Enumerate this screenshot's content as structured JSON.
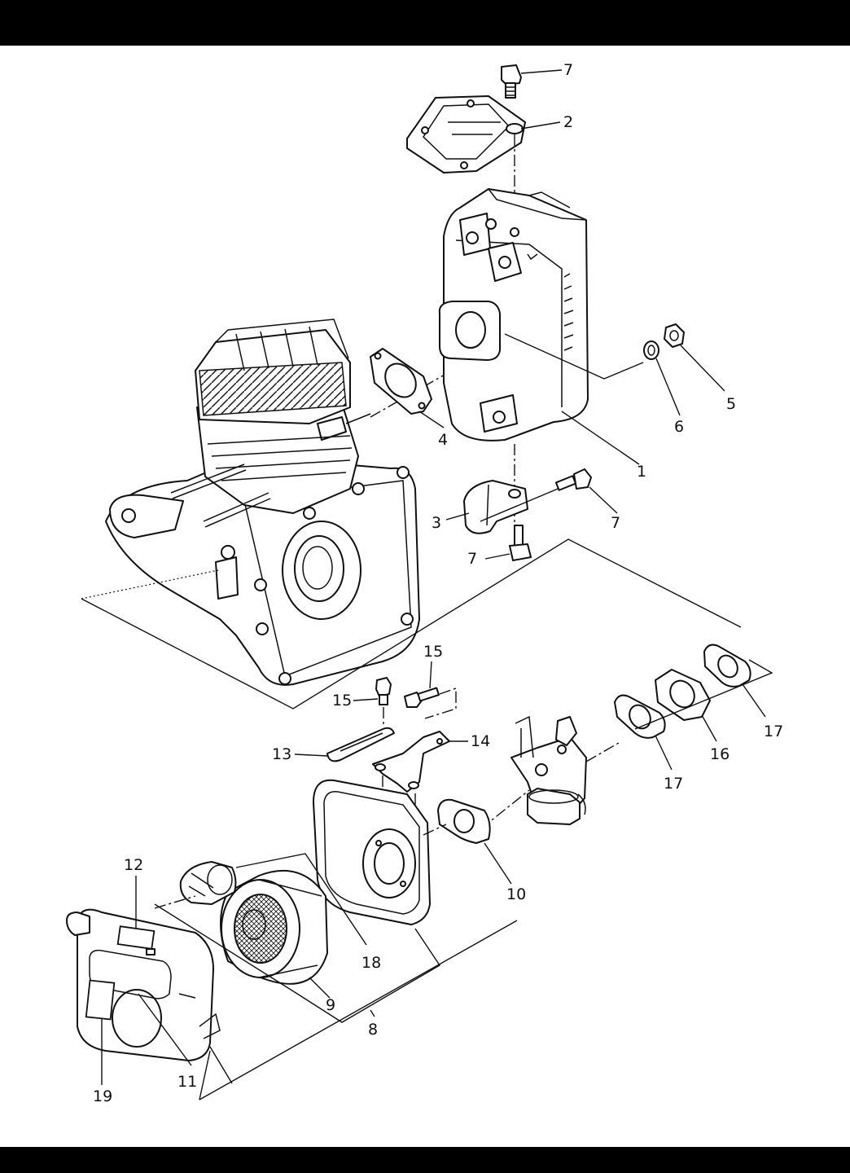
{
  "callouts": {
    "c1": "1",
    "c2": "2",
    "c3": "3",
    "c4": "4",
    "c5": "5",
    "c6": "6",
    "c7a": "7",
    "c7b": "7",
    "c7c": "7",
    "c8": "8",
    "c9": "9",
    "c10": "10",
    "c11": "11",
    "c12": "12",
    "c13": "13",
    "c14": "14",
    "c15a": "15",
    "c15b": "15",
    "c16": "16",
    "c17a": "17",
    "c17b": "17",
    "c18": "18",
    "c19": "19"
  },
  "colors": {
    "ink": "#111111",
    "bar": "#000000",
    "paper": "#ffffff"
  }
}
